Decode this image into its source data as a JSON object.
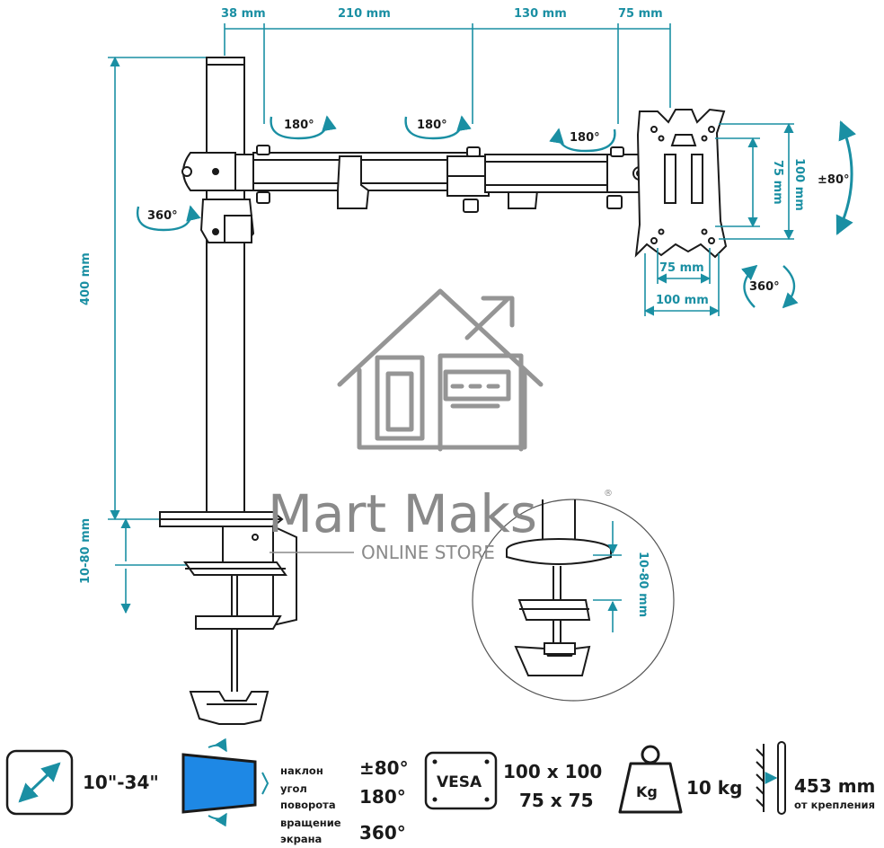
{
  "dimensions": {
    "top_38": "38 mm",
    "top_210": "210 mm",
    "top_130": "130 mm",
    "top_75": "75 mm",
    "height_400": "400 mm",
    "clamp_range": "10-80 mm",
    "clamp_range_detail": "10-80 mm",
    "vesa_75_v": "75 mm",
    "vesa_100_v": "100 mm",
    "vesa_75_h": "75 mm",
    "vesa_100_h": "100 mm"
  },
  "rotations": {
    "joint1": "180°",
    "joint2": "180°",
    "joint3": "180°",
    "pole": "360°",
    "plate": "360°",
    "tilt": "±80°"
  },
  "watermark": {
    "brand": "Mart Maks",
    "registered": "®",
    "tagline": "ONLINE STORE"
  },
  "specs": {
    "screen_size": "10\"-34\"",
    "labels": [
      "наклон",
      "угол",
      "поворота",
      "вращение",
      "экрана"
    ],
    "tilt": "±80°",
    "swivel": "180°",
    "rotation": "360°",
    "vesa_badge": "VESA",
    "vesa_large": "100 x 100",
    "vesa_small": "75 x 75",
    "kg_badge": "Kg",
    "load": "10 kg",
    "reach": "453 mm",
    "reach_note": "от крепления"
  },
  "colors": {
    "accent": "#1a8fa3",
    "screen_blue": "#1e88e5",
    "line": "#1a1a1a",
    "watermark": "#8a8a8a"
  }
}
